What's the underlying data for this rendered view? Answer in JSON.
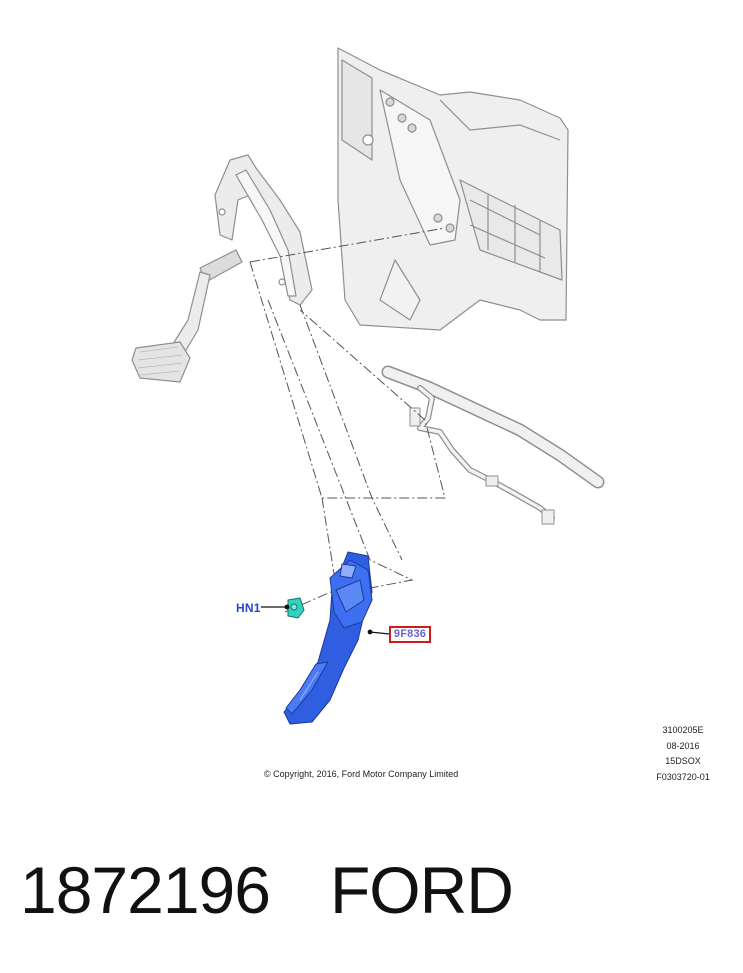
{
  "callouts": {
    "hn1": "HN1",
    "part": "9F836"
  },
  "copyright": "© Copyright, 2016, Ford Motor Company Limited",
  "meta": {
    "code": "3100205E",
    "date": "08-2016",
    "model": "15DSOX",
    "figure": "F0303720-01"
  },
  "footer": {
    "part_number": "1872196",
    "brand": "FORD"
  },
  "colors": {
    "highlight_part": "#2f5fe0",
    "callout_box": "#d11a1a",
    "line_art": "#9a9a9a"
  }
}
